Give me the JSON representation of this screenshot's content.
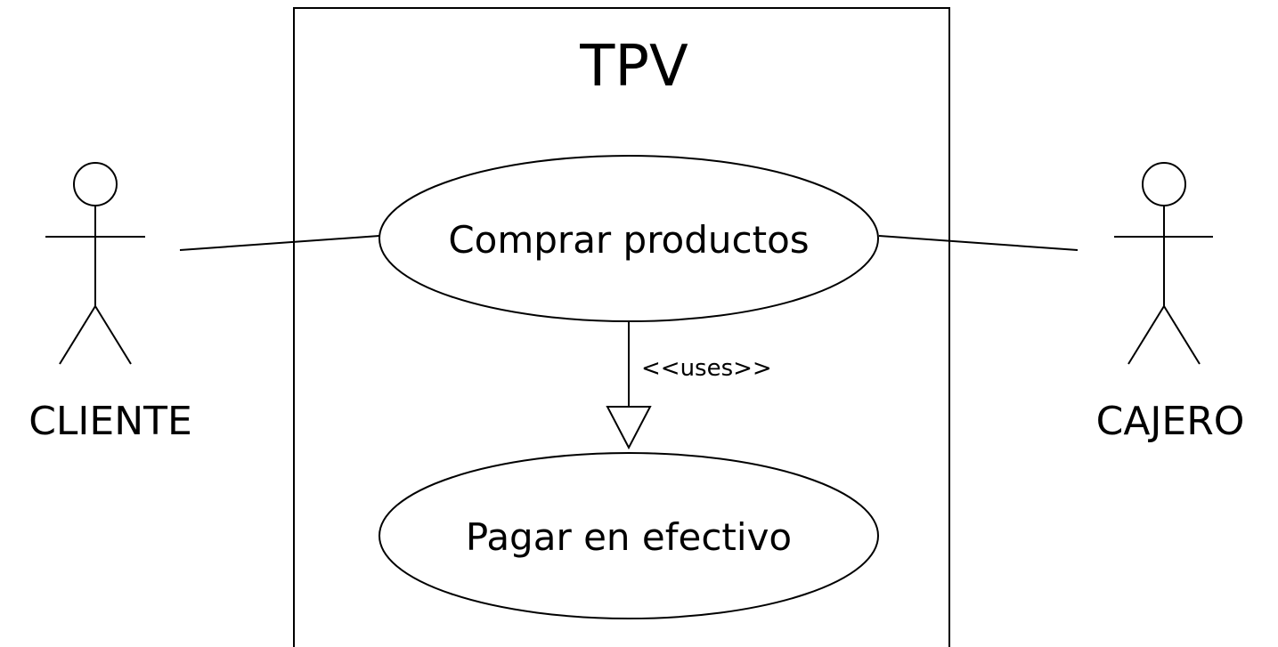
{
  "system": {
    "title": "TPV"
  },
  "actors": {
    "left": {
      "name": "CLIENTE"
    },
    "right": {
      "name": "CAJERO"
    }
  },
  "use_cases": {
    "primary": {
      "label": "Comprar productos"
    },
    "secondary": {
      "label": "Pagar en efectivo"
    }
  },
  "relations": {
    "uses": {
      "label": "<<uses>>"
    }
  },
  "colors": {
    "line": "#000000",
    "background": "#ffffff"
  }
}
